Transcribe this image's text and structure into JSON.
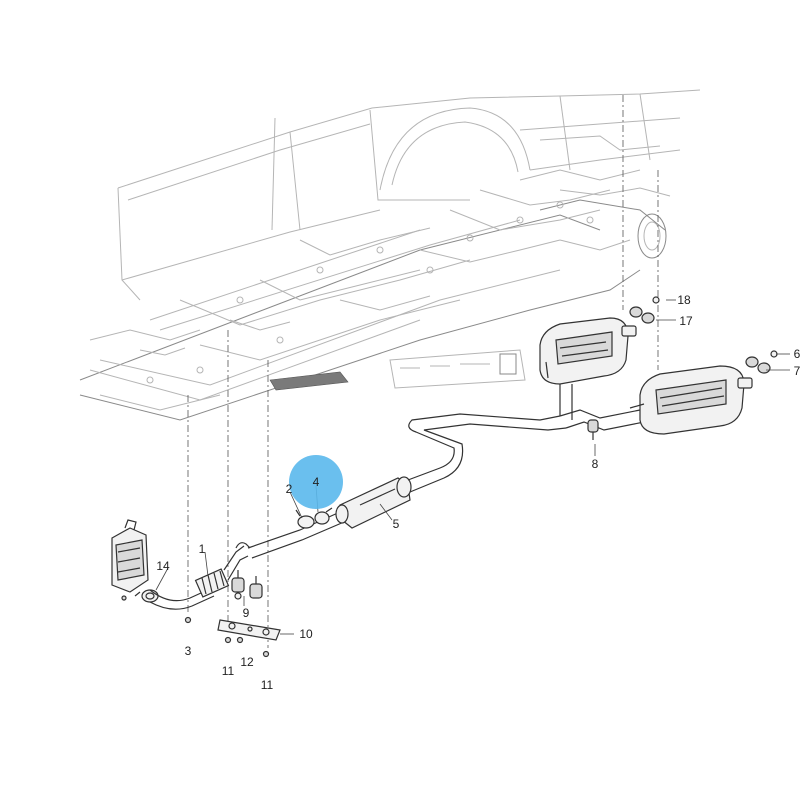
{
  "colors": {
    "highlight": "#5ab8ec",
    "line": "#333333",
    "body_outline": "#b5b5b5"
  },
  "highlighted_callout": "4",
  "callouts": {
    "c1": "1",
    "c2": "2",
    "c3": "3",
    "c4": "4",
    "c5": "5",
    "c6": "6",
    "c7": "7",
    "c8": "8",
    "c9": "9",
    "c10": "10",
    "c11a": "11",
    "c11b": "11",
    "c12": "12",
    "c14": "14",
    "c17": "17",
    "c18": "18"
  }
}
